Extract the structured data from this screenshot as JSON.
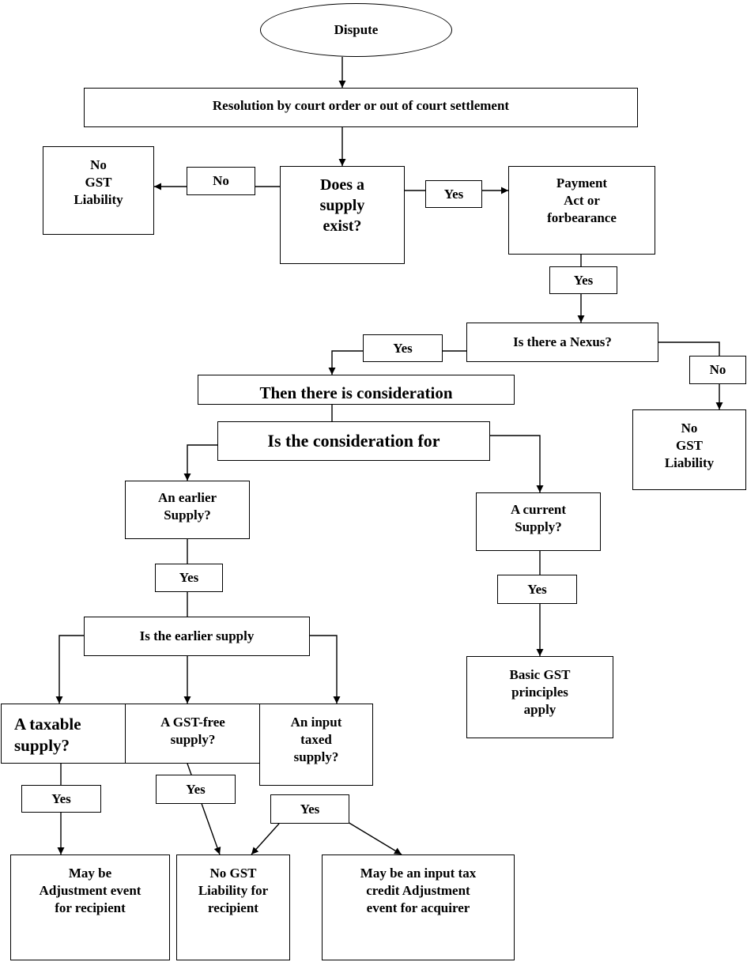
{
  "diagram": {
    "nodes": {
      "dispute": "Dispute",
      "resolution": "Resolution by court order or out of court settlement",
      "no_gst_left": "No\nGST\nLiability",
      "supply_exist": "Does a\nsupply\nexist?",
      "payment": "Payment\nAct or\nforbearance",
      "nexus": "Is there a Nexus?",
      "no_gst_right": "No\nGST\nLiability",
      "consideration": "Then there is consideration",
      "consideration_for": "Is the consideration for",
      "earlier_supply": "An earlier\nSupply?",
      "current_supply": "A current\nSupply?",
      "is_earlier_supply": "Is the earlier supply",
      "basic_gst": "Basic GST\nprinciples\napply",
      "taxable": "A taxable\nsupply?",
      "gst_free": "A GST-free\nsupply?",
      "input_taxed": "An input\ntaxed\nsupply?",
      "adj_recipient": "May be\nAdjustment event\nfor recipient",
      "no_gst_recipient": "No GST\nLiability for\nrecipient",
      "itc_adjustment": "May be an input tax\ncredit Adjustment\nevent for acquirer"
    },
    "edge_labels": {
      "no_supply": "No",
      "yes_supply": "Yes",
      "yes_payment": "Yes",
      "yes_nexus": "Yes",
      "no_nexus": "No",
      "yes_earlier": "Yes",
      "yes_current": "Yes",
      "yes_taxable": "Yes",
      "yes_gst_free": "Yes",
      "yes_input_taxed": "Yes"
    }
  }
}
